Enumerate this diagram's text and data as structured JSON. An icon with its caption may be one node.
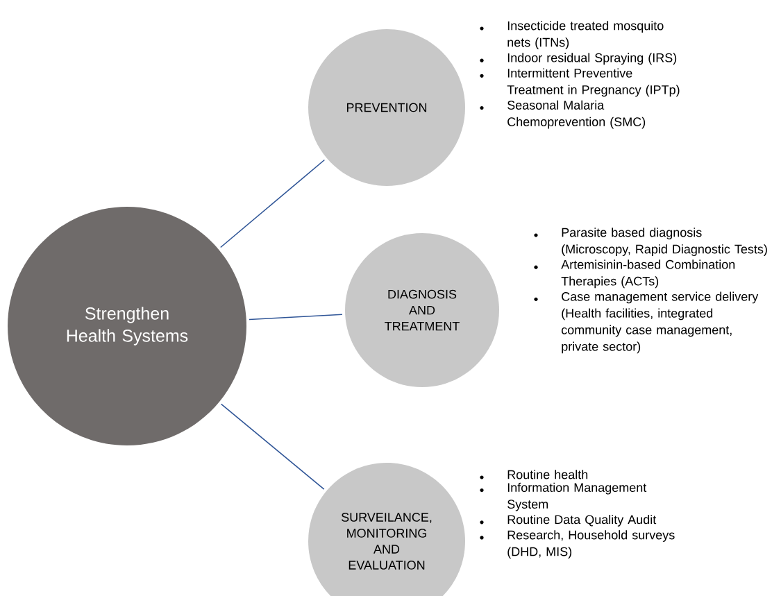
{
  "diagram": {
    "nodes": [
      {
        "text": [
          "Strengthen Health Systems"
        ]
      },
      {
        "text": [
          "PREVENTION"
        ],
        "beside": [
          "Insecticide treated mosquito nets (ITNs)",
          "Indoor residual Spraying (IRS)",
          "Intermittent Preventive Treatment in Pregnancy (IPTp)",
          "Seasonal Malaria Chemoprevention (SMC)"
        ]
      },
      {
        "text": [
          "DIAGNOSIS AND TREATMENT"
        ],
        "beside": [
          "Parasite based diagnosis (Microscopy, Rapid Diagnostic Tests)",
          "Artemisinin-based Combination Therapies (ACTs)",
          "Case management service delivery (Health facilities, integrated community case management, private sector)"
        ]
      },
      {
        "text": [
          "SURVEILANCE, MONITORING AND EVALUATION"
        ],
        "beside": [
          "Routine health",
          "Information Management System",
          "Routine Data Quality Audit",
          "Research, Household surveys (DHD, MIS)"
        ]
      }
    ],
    "edges": [
      {
        "from": 0,
        "to": 1,
        "arrow": "none"
      },
      {
        "from": 0,
        "to": 2,
        "arrow": "none"
      },
      {
        "from": 0,
        "to": 3,
        "arrow": "none"
      }
    ]
  }
}
